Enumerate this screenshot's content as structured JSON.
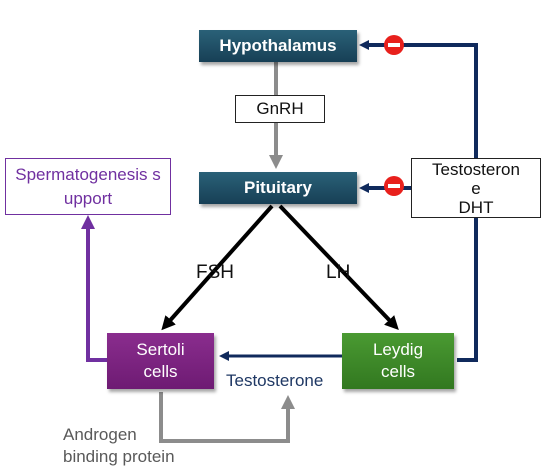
{
  "nodes": {
    "hypothalamus": "Hypothalamus",
    "gnrh": "GnRH",
    "pituitary": "Pituitary",
    "spermatogenesis": "Spermatogenesis support",
    "testosterone_dht_line1": "Testosteron",
    "testosterone_dht_line2": "e",
    "testosterone_dht_line3": "DHT",
    "fsh": "FSH",
    "lh": "LH",
    "sertoli_line1": "Sertoli",
    "sertoli_line2": "cells",
    "leydig_line1": "Leydig",
    "leydig_line2": "cells",
    "testosterone": "Testosterone",
    "abp_line1": "Androgen",
    "abp_line2": "binding protein"
  },
  "colors": {
    "navy": "#102a5c",
    "purple": "#7030a0",
    "gray": "#8c8c8c",
    "inhibit_red": "#e8201c"
  },
  "inhibition_symbol": "minus-circle-icon"
}
